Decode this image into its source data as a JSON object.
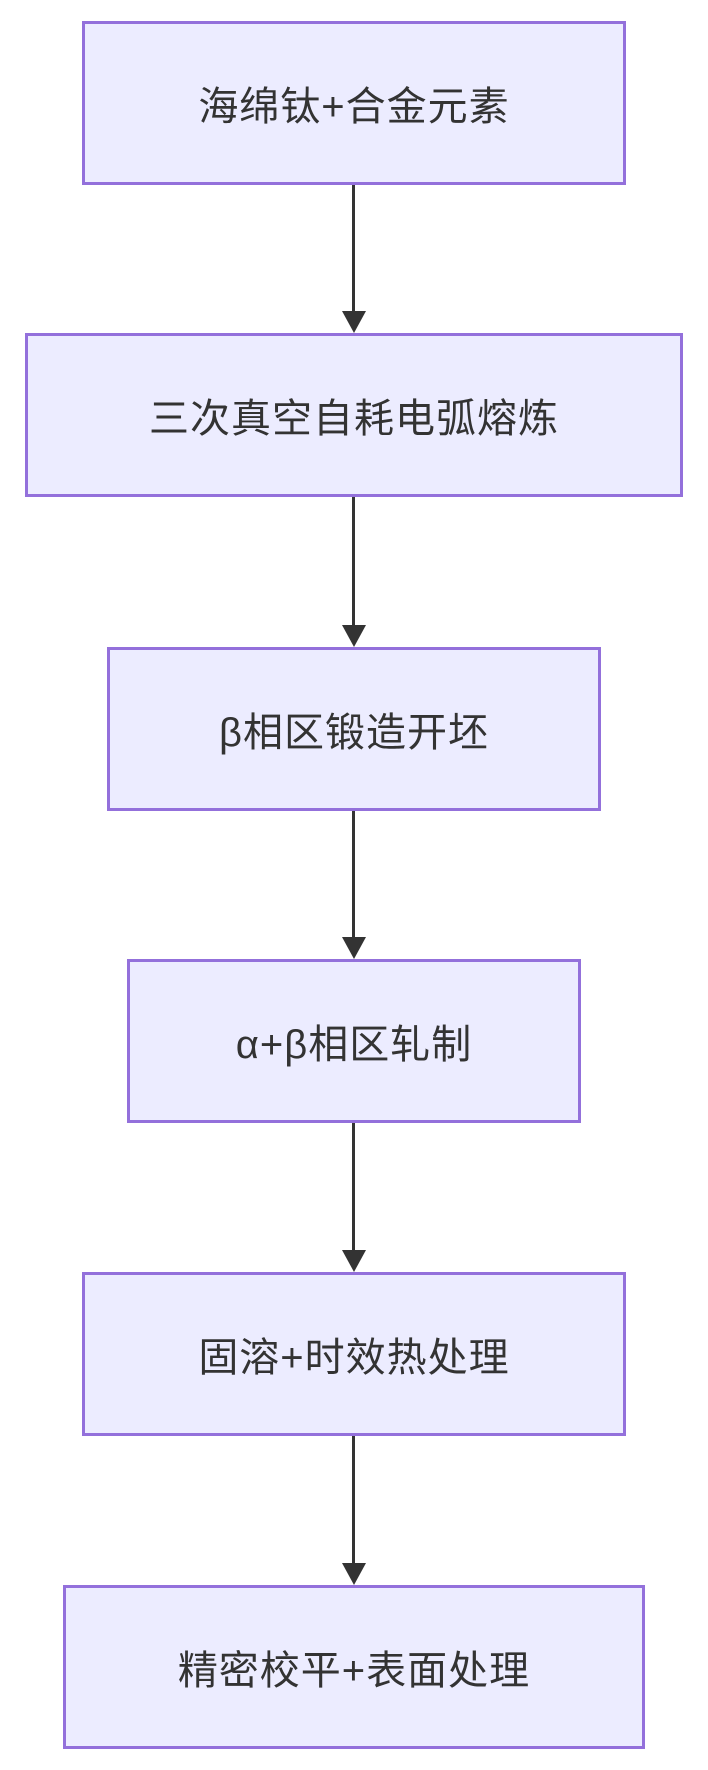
{
  "diagram": {
    "type": "flowchart",
    "direction": "top-down",
    "nodes": [
      {
        "id": "n1",
        "label": "海绵钛+合金元素"
      },
      {
        "id": "n2",
        "label": "三次真空自耗电弧熔炼"
      },
      {
        "id": "n3",
        "label": "β相区锻造开坯"
      },
      {
        "id": "n4",
        "label": "α+β相区轧制"
      },
      {
        "id": "n5",
        "label": "固溶+时效热处理"
      },
      {
        "id": "n6",
        "label": "精密校平+表面处理"
      }
    ],
    "edges": [
      {
        "from": "n1",
        "to": "n2"
      },
      {
        "from": "n2",
        "to": "n3"
      },
      {
        "from": "n3",
        "to": "n4"
      },
      {
        "from": "n4",
        "to": "n5"
      },
      {
        "from": "n5",
        "to": "n6"
      }
    ],
    "colors": {
      "node_fill": "#ECECFF",
      "node_border": "#9370DB",
      "text": "#333333",
      "arrow": "#333333",
      "background": "#FFFFFF"
    }
  }
}
